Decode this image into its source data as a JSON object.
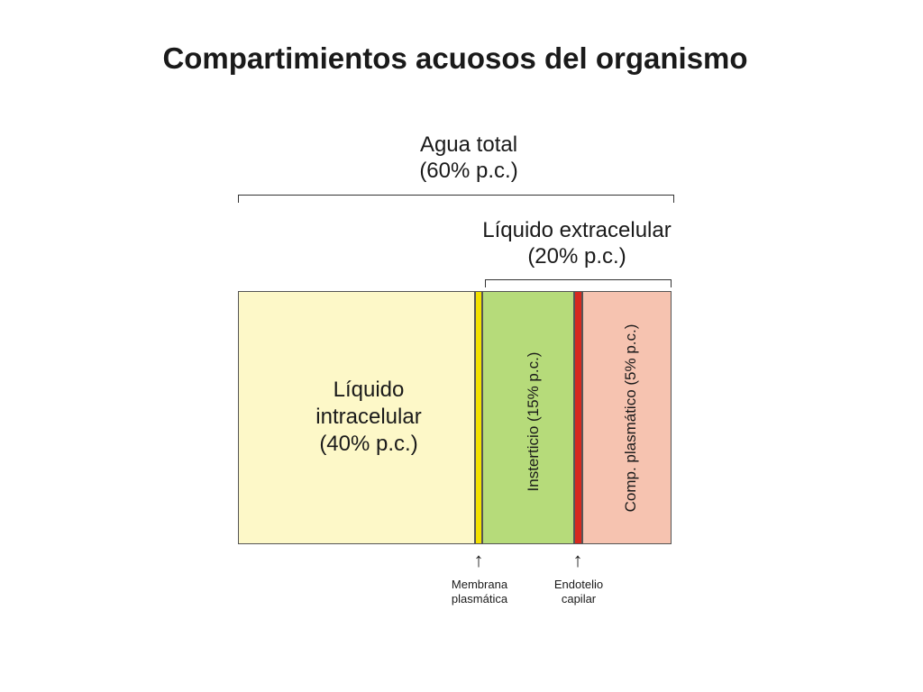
{
  "title": "Compartimientos acuosos del organismo",
  "total_water": {
    "line1": "Agua total",
    "line2": "(60% p.c.)"
  },
  "extracellular": {
    "line1": "Líquido extracelular",
    "line2": "(20% p.c.)"
  },
  "intracellular": {
    "line1": "Líquido",
    "line2": "intracelular",
    "line3": "(40% p.c.)"
  },
  "interstitial": {
    "label": "Insterticio (15% p.c.)"
  },
  "plasma": {
    "label": "Comp. plasmático (5% p.c.)"
  },
  "membrane": {
    "line1": "Membrana",
    "line2": "plasmática"
  },
  "endothelium": {
    "line1": "Endotelio",
    "line2": "capilar"
  },
  "arrow_glyph": "↑",
  "colors": {
    "intracellular": "#fdf8c8",
    "membrane": "#f2e000",
    "interstitial": "#b6db7a",
    "endothelium": "#d6291f",
    "plasma": "#f6c3b0"
  },
  "icons": [
    "up-arrow-icon"
  ]
}
